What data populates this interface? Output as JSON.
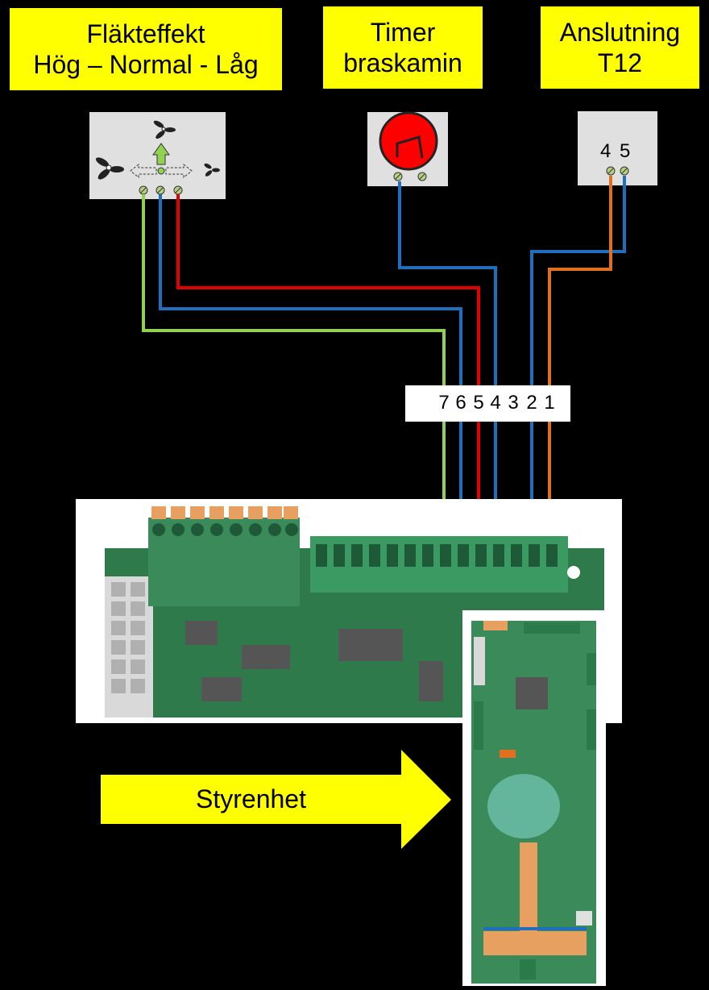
{
  "labels": {
    "fan": {
      "line1": "Fläkteffekt",
      "line2": "Hög – Normal - Låg"
    },
    "timer": {
      "line1": "Timer",
      "line2": "braskamin"
    },
    "connection": {
      "line1": "Anslutning",
      "line2": "T12"
    }
  },
  "connection_terminals": [
    "4",
    "5"
  ],
  "terminal_strip": [
    "7",
    "6",
    "5",
    "4",
    "3",
    "2",
    "1"
  ],
  "arrow_label": "Styrenhet",
  "colors": {
    "label_bg": "#ffff00",
    "wire_green": "#92d050",
    "wire_blue": "#1f6fbf",
    "wire_red": "#e00000",
    "wire_orange": "#e07020",
    "wire_black": "#000000",
    "timer_red": "#ff0000",
    "pcb_green": "#2f7a4a"
  },
  "icons": [
    "fan-low-icon",
    "fan-normal-icon",
    "fan-high-icon",
    "up-arrow-icon",
    "timer-dial-icon"
  ]
}
